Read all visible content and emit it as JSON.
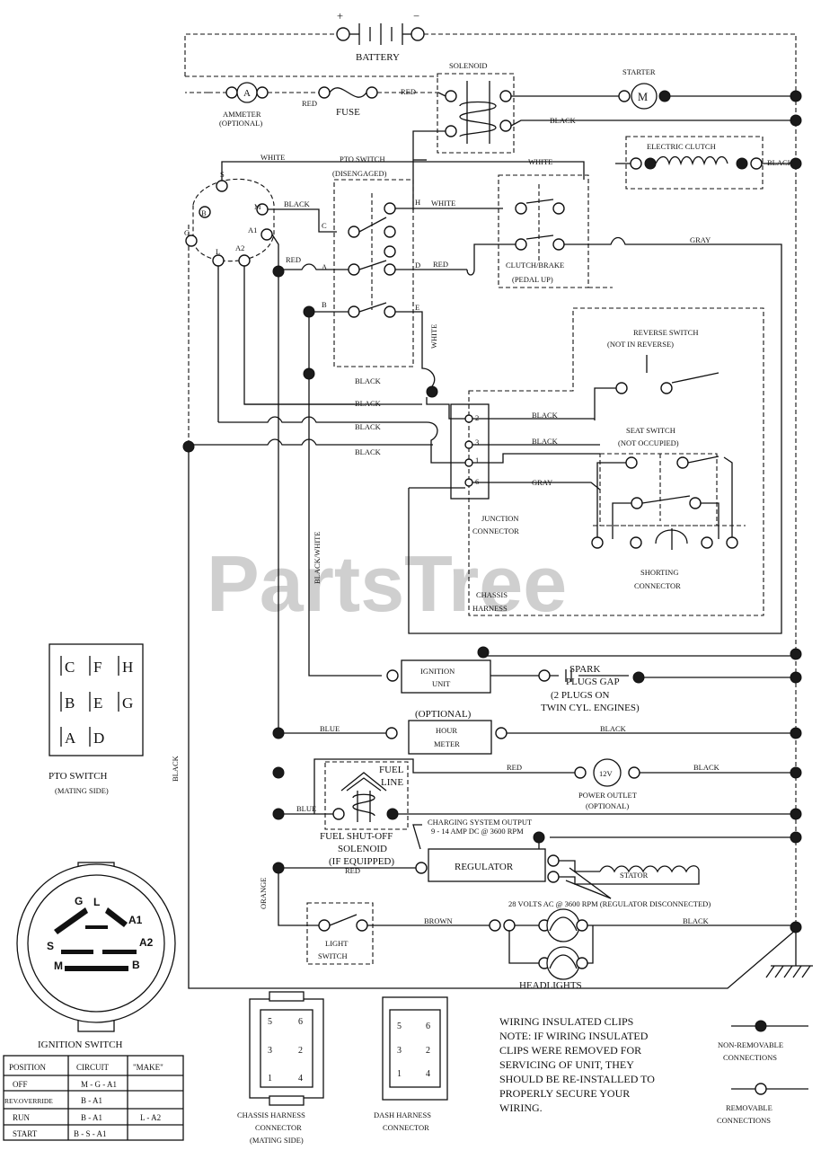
{
  "watermark": "PartsTree",
  "components": {
    "battery": "BATTERY",
    "battery_plus": "+",
    "battery_minus": "−",
    "solenoid": "SOLENOID",
    "starter": "STARTER",
    "starter_symbol": "M",
    "ammeter": "AMMETER",
    "ammeter_note": "(OPTIONAL)",
    "ammeter_symbol": "A",
    "fuse": "FUSE",
    "electric_clutch": "ELECTRIC CLUTCH",
    "pto_switch": "PTO SWITCH",
    "pto_switch_state": "(DISENGAGED)",
    "clutch_brake": "CLUTCH/BRAKE",
    "clutch_brake_state": "(PEDAL UP)",
    "reverse_switch": "REVERSE SWITCH",
    "reverse_switch_state": "(NOT IN REVERSE)",
    "seat_switch": "SEAT SWITCH",
    "seat_switch_state": "(NOT OCCUPIED)",
    "junction_connector_1": "JUNCTION",
    "junction_connector_2": "CONNECTOR",
    "shorting_connector_1": "SHORTING",
    "shorting_connector_2": "CONNECTOR",
    "chassis_harness_1": "CHASSIS",
    "chassis_harness_2": "HARNESS",
    "ignition_unit_1": "IGNITION",
    "ignition_unit_2": "UNIT",
    "spark_plugs_1": "SPARK",
    "spark_plugs_2": "PLUGS GAP",
    "spark_plugs_3": "(2 PLUGS ON",
    "spark_plugs_4": "TWIN CYL. ENGINES)",
    "hour_meter_note": "(OPTIONAL)",
    "hour_meter_1": "HOUR",
    "hour_meter_2": "METER",
    "power_outlet_symbol": "12V",
    "power_outlet_1": "POWER OUTLET",
    "power_outlet_2": "(OPTIONAL)",
    "fuel_line_1": "FUEL",
    "fuel_line_2": "LINE",
    "fuel_solenoid_1": "FUEL SHUT-OFF",
    "fuel_solenoid_2": "SOLENOID",
    "fuel_solenoid_3": "(IF EQUIPPED)",
    "charging_output_1": "CHARGING SYSTEM OUTPUT",
    "charging_output_2": "9 - 14 AMP DC @ 3600 RPM",
    "regulator": "REGULATOR",
    "stator": "STATOR",
    "stator_ac": "28 VOLTS AC @ 3600 RPM (REGULATOR DISCONNECTED)",
    "light_switch_1": "LIGHT",
    "light_switch_2": "SWITCH",
    "headlights": "HEADLIGHTS"
  },
  "wire_colors": {
    "red": "RED",
    "black": "BLACK",
    "white": "WHITE",
    "gray": "GRAY",
    "blue": "BLUE",
    "orange": "ORANGE",
    "brown": "BROWN",
    "black_white": "BLACK/WHITE",
    "white_v": "WHITE"
  },
  "terminals": {
    "pto_c": "C",
    "pto_h": "H",
    "pto_a": "A",
    "pto_d": "D",
    "pto_b": "B",
    "pto_e": "E",
    "ign_s": "S",
    "ign_m": "M",
    "ign_g": "G",
    "ign_l": "L",
    "ign_b": "B",
    "ign_a1": "A1",
    "ign_a2": "A2",
    "jc_2": "2",
    "jc_3": "3",
    "jc_1": "1",
    "jc_6": "6"
  },
  "pto_mating": {
    "title_1": "PTO SWITCH",
    "title_2": "(MATING SIDE)",
    "pins": [
      "C",
      "F",
      "H",
      "B",
      "E",
      "G",
      "A",
      "D"
    ]
  },
  "ignition_switch": {
    "title": "IGNITION SWITCH",
    "pins": [
      "G",
      "L",
      "A1",
      "S",
      "A2",
      "M",
      "B"
    ],
    "headers": [
      "POSITION",
      "CIRCUIT",
      "\"MAKE\""
    ],
    "rows": [
      [
        "OFF",
        "M - G - A1",
        ""
      ],
      [
        "REV.OVERRIDE",
        "B - A1",
        ""
      ],
      [
        "RUN",
        "B - A1",
        "L - A2"
      ],
      [
        "START",
        "B - S - A1",
        ""
      ]
    ]
  },
  "chassis_connector": {
    "pins": [
      "5",
      "6",
      "3",
      "2",
      "1",
      "4"
    ],
    "label_1": "CHASSIS HARNESS",
    "label_2": "CONNECTOR",
    "label_3": "(MATING SIDE)"
  },
  "dash_connector": {
    "pins": [
      "5",
      "6",
      "3",
      "2",
      "1",
      "4"
    ],
    "label_1": "DASH HARNESS",
    "label_2": "CONNECTOR"
  },
  "note_lines": [
    "WIRING INSULATED CLIPS",
    "NOTE: IF WIRING INSULATED",
    "CLIPS WERE REMOVED FOR",
    "SERVICING OF UNIT, THEY",
    "SHOULD BE RE-INSTALLED TO",
    "PROPERLY SECURE YOUR",
    "WIRING."
  ],
  "legend": {
    "non_removable_1": "NON-REMOVABLE",
    "non_removable_2": "CONNECTIONS",
    "removable_1": "REMOVABLE",
    "removable_2": "CONNECTIONS"
  }
}
